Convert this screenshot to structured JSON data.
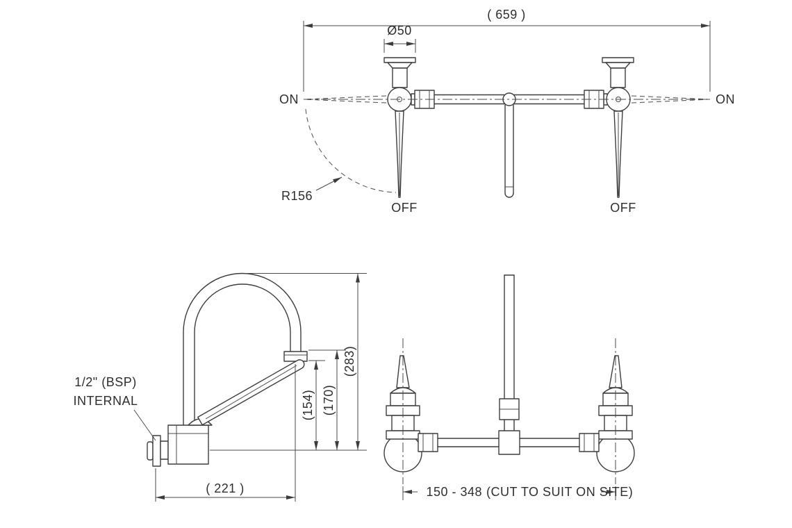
{
  "top_view": {
    "dim_overall_width": "( 659 )",
    "dim_handle_diameter": "Ø50",
    "on_left": "ON",
    "on_right": "ON",
    "off_left": "OFF",
    "off_right": "OFF",
    "swing_radius": "R156"
  },
  "side_view": {
    "thread_label_line1": "1/2\" (BSP)",
    "thread_label_line2": "INTERNAL",
    "dim_outlet_height": "(154)",
    "dim_spout_end_height": "(170)",
    "dim_overall_height": "(283)",
    "dim_spout_reach": "( 221 )"
  },
  "front_view": {
    "dim_pipe_length_range": "150 - 348",
    "dim_pipe_length_note": "(CUT TO SUIT ON SITE)"
  }
}
